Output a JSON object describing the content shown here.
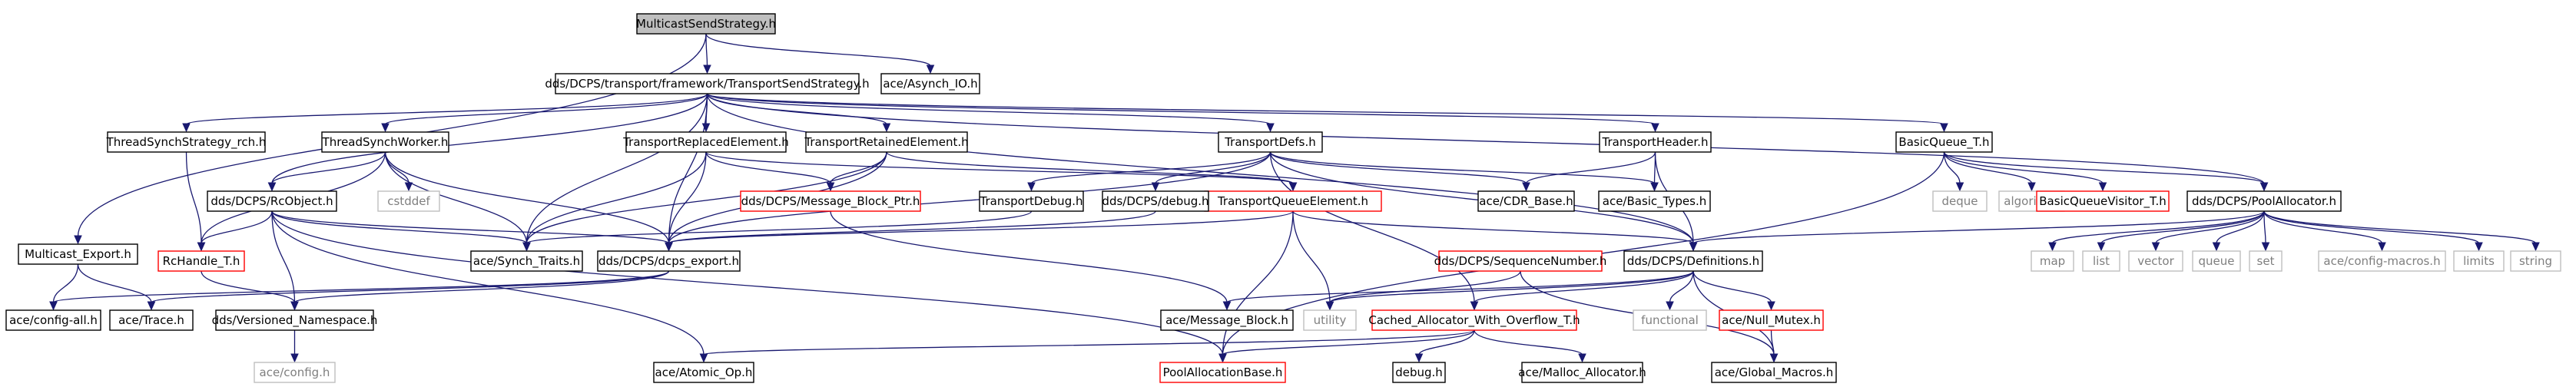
{
  "colors": {
    "edge": "#191970",
    "default_border": "#000000",
    "default_fill": "#ffffff",
    "root_fill": "#bfbfbf",
    "linked_border": "#ff0000",
    "system_border": "#bfbfbf",
    "system_text": "#7f7f7f",
    "text": "#000000"
  },
  "nodes": [
    {
      "id": "root",
      "label": "MulticastSendStrategy.h",
      "kind": "root"
    },
    {
      "id": "tss",
      "label": "dds/DCPS/transport/framework/TransportSendStrategy.h",
      "kind": "default"
    },
    {
      "id": "aio",
      "label": "ace/Asynch_IO.h",
      "kind": "default"
    },
    {
      "id": "mcexp",
      "label": "Multicast_Export.h",
      "kind": "default"
    },
    {
      "id": "tsrch",
      "label": "ThreadSynchStrategy_rch.h",
      "kind": "default"
    },
    {
      "id": "tsw",
      "label": "ThreadSynchWorker.h",
      "kind": "default"
    },
    {
      "id": "trpe",
      "label": "TransportReplacedElement.h",
      "kind": "default"
    },
    {
      "id": "trte",
      "label": "TransportRetainedElement.h",
      "kind": "default"
    },
    {
      "id": "tdefs",
      "label": "TransportDefs.h",
      "kind": "default"
    },
    {
      "id": "thdr",
      "label": "TransportHeader.h",
      "kind": "default"
    },
    {
      "id": "bq",
      "label": "BasicQueue_T.h",
      "kind": "default"
    },
    {
      "id": "rcobj",
      "label": "dds/DCPS/RcObject.h",
      "kind": "default"
    },
    {
      "id": "cstddef",
      "label": "cstddef",
      "kind": "system"
    },
    {
      "id": "mbptr",
      "label": "dds/DCPS/Message_Block_Ptr.h",
      "kind": "linked"
    },
    {
      "id": "tqe",
      "label": "TransportQueueElement.h",
      "kind": "linked"
    },
    {
      "id": "tdbg",
      "label": "TransportDebug.h",
      "kind": "default"
    },
    {
      "id": "ddbg",
      "label": "dds/DCPS/debug.h",
      "kind": "default"
    },
    {
      "id": "cdr",
      "label": "ace/CDR_Base.h",
      "kind": "default"
    },
    {
      "id": "btypes",
      "label": "ace/Basic_Types.h",
      "kind": "default"
    },
    {
      "id": "deque",
      "label": "deque",
      "kind": "system"
    },
    {
      "id": "algo",
      "label": "algorithm",
      "kind": "system"
    },
    {
      "id": "bqv",
      "label": "BasicQueueVisitor_T.h",
      "kind": "linked"
    },
    {
      "id": "pool",
      "label": "dds/DCPS/PoolAllocator.h",
      "kind": "default"
    },
    {
      "id": "rch",
      "label": "RcHandle_T.h",
      "kind": "linked"
    },
    {
      "id": "synch",
      "label": "ace/Synch_Traits.h",
      "kind": "default"
    },
    {
      "id": "dexp",
      "label": "dds/DCPS/dcps_export.h",
      "kind": "default"
    },
    {
      "id": "seqn",
      "label": "dds/DCPS/SequenceNumber.h",
      "kind": "linked"
    },
    {
      "id": "defs",
      "label": "dds/DCPS/Definitions.h",
      "kind": "default"
    },
    {
      "id": "map",
      "label": "map",
      "kind": "system"
    },
    {
      "id": "list",
      "label": "list",
      "kind": "system"
    },
    {
      "id": "vector",
      "label": "vector",
      "kind": "system"
    },
    {
      "id": "queue",
      "label": "queue",
      "kind": "system"
    },
    {
      "id": "set",
      "label": "set",
      "kind": "system"
    },
    {
      "id": "cfgmac",
      "label": "ace/config-macros.h",
      "kind": "system"
    },
    {
      "id": "limits",
      "label": "limits",
      "kind": "system"
    },
    {
      "id": "string",
      "label": "string",
      "kind": "system"
    },
    {
      "id": "cfgall",
      "label": "ace/config-all.h",
      "kind": "default"
    },
    {
      "id": "trace",
      "label": "ace/Trace.h",
      "kind": "default"
    },
    {
      "id": "vns",
      "label": "dds/Versioned_Namespace.h",
      "kind": "default"
    },
    {
      "id": "mblk",
      "label": "ace/Message_Block.h",
      "kind": "default"
    },
    {
      "id": "utility",
      "label": "utility",
      "kind": "system"
    },
    {
      "id": "caowo",
      "label": "Cached_Allocator_With_Overflow_T.h",
      "kind": "linked"
    },
    {
      "id": "func",
      "label": "functional",
      "kind": "system"
    },
    {
      "id": "nullmx",
      "label": "ace/Null_Mutex.h",
      "kind": "linked"
    },
    {
      "id": "acecfg",
      "label": "ace/config.h",
      "kind": "system"
    },
    {
      "id": "atomic",
      "label": "ace/Atomic_Op.h",
      "kind": "default"
    },
    {
      "id": "pab",
      "label": "PoolAllocationBase.h",
      "kind": "linked"
    },
    {
      "id": "debugh",
      "label": "debug.h",
      "kind": "default"
    },
    {
      "id": "malloc",
      "label": "ace/Malloc_Allocator.h",
      "kind": "default"
    },
    {
      "id": "gmac",
      "label": "ace/Global_Macros.h",
      "kind": "default"
    }
  ],
  "edges": [
    [
      "root",
      "tss"
    ],
    [
      "root",
      "aio"
    ],
    [
      "root",
      "mcexp"
    ],
    [
      "tss",
      "tsrch"
    ],
    [
      "tss",
      "tsw"
    ],
    [
      "tss",
      "rcobj"
    ],
    [
      "tss",
      "synch"
    ],
    [
      "tss",
      "dexp"
    ],
    [
      "tss",
      "trpe"
    ],
    [
      "tss",
      "trte"
    ],
    [
      "tss",
      "tdefs"
    ],
    [
      "tss",
      "thdr"
    ],
    [
      "tss",
      "defs"
    ],
    [
      "tss",
      "bq"
    ],
    [
      "tss",
      "pool"
    ],
    [
      "mcexp",
      "cfgall"
    ],
    [
      "mcexp",
      "trace"
    ],
    [
      "tsrch",
      "rch"
    ],
    [
      "tsw",
      "rcobj"
    ],
    [
      "tsw",
      "rch"
    ],
    [
      "tsw",
      "cstddef"
    ],
    [
      "tsw",
      "synch"
    ],
    [
      "tsw",
      "dexp"
    ],
    [
      "trpe",
      "synch"
    ],
    [
      "trpe",
      "dexp"
    ],
    [
      "trpe",
      "mbptr"
    ],
    [
      "trpe",
      "tqe"
    ],
    [
      "trte",
      "synch"
    ],
    [
      "trte",
      "dexp"
    ],
    [
      "trte",
      "mbptr"
    ],
    [
      "trte",
      "tqe"
    ],
    [
      "tdefs",
      "dexp"
    ],
    [
      "tdefs",
      "tdbg"
    ],
    [
      "tdefs",
      "ddbg"
    ],
    [
      "tdefs",
      "cdr"
    ],
    [
      "tdefs",
      "btypes"
    ],
    [
      "tdefs",
      "defs"
    ],
    [
      "tdefs",
      "caowo"
    ],
    [
      "thdr",
      "cdr"
    ],
    [
      "thdr",
      "btypes"
    ],
    [
      "thdr",
      "defs"
    ],
    [
      "bq",
      "deque"
    ],
    [
      "bq",
      "algo"
    ],
    [
      "bq",
      "bqv"
    ],
    [
      "bq",
      "pool"
    ],
    [
      "bq",
      "pab"
    ],
    [
      "rcobj",
      "rch"
    ],
    [
      "rcobj",
      "synch"
    ],
    [
      "rcobj",
      "dexp"
    ],
    [
      "rcobj",
      "vns"
    ],
    [
      "rcobj",
      "atomic"
    ],
    [
      "rcobj",
      "pab"
    ],
    [
      "mbptr",
      "mblk"
    ],
    [
      "tqe",
      "dexp"
    ],
    [
      "tqe",
      "defs"
    ],
    [
      "tqe",
      "utility"
    ],
    [
      "tqe",
      "pab"
    ],
    [
      "tdbg",
      "synch"
    ],
    [
      "ddbg",
      "dexp"
    ],
    [
      "pool",
      "defs"
    ],
    [
      "pool",
      "map"
    ],
    [
      "pool",
      "list"
    ],
    [
      "pool",
      "vector"
    ],
    [
      "pool",
      "queue"
    ],
    [
      "pool",
      "set"
    ],
    [
      "pool",
      "cfgmac"
    ],
    [
      "pool",
      "limits"
    ],
    [
      "pool",
      "string"
    ],
    [
      "rch",
      "vns"
    ],
    [
      "dexp",
      "cfgall"
    ],
    [
      "dexp",
      "trace"
    ],
    [
      "dexp",
      "vns"
    ],
    [
      "seqn",
      "utility"
    ],
    [
      "seqn",
      "gmac"
    ],
    [
      "defs",
      "mblk"
    ],
    [
      "defs",
      "utility"
    ],
    [
      "defs",
      "caowo"
    ],
    [
      "defs",
      "func"
    ],
    [
      "defs",
      "nullmx"
    ],
    [
      "defs",
      "gmac"
    ],
    [
      "vns",
      "acecfg"
    ],
    [
      "caowo",
      "atomic"
    ],
    [
      "caowo",
      "pab"
    ],
    [
      "caowo",
      "debugh"
    ],
    [
      "caowo",
      "malloc"
    ],
    [
      "nullmx",
      "gmac"
    ]
  ]
}
